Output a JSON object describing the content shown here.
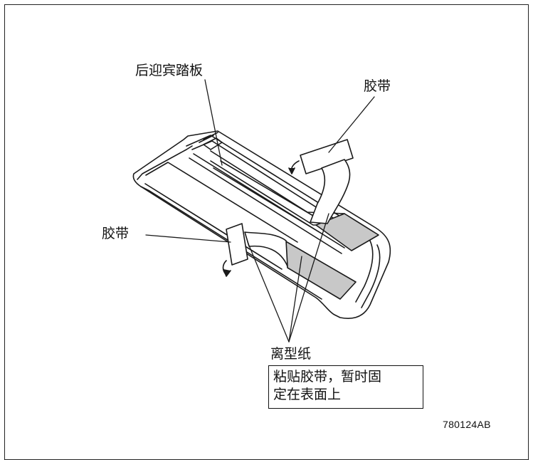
{
  "labels": {
    "step_panel": "后迎宾踏板",
    "tape_right": "胶带",
    "tape_left": "胶带",
    "release_paper": "离型纸"
  },
  "note": {
    "line1": "粘贴胶带，暂时固",
    "line2": "定在表面上"
  },
  "figure_code": "780124AB",
  "colors": {
    "line": "#1a1a1a",
    "paper_fill": "#c8c8c8",
    "background": "#ffffff"
  }
}
